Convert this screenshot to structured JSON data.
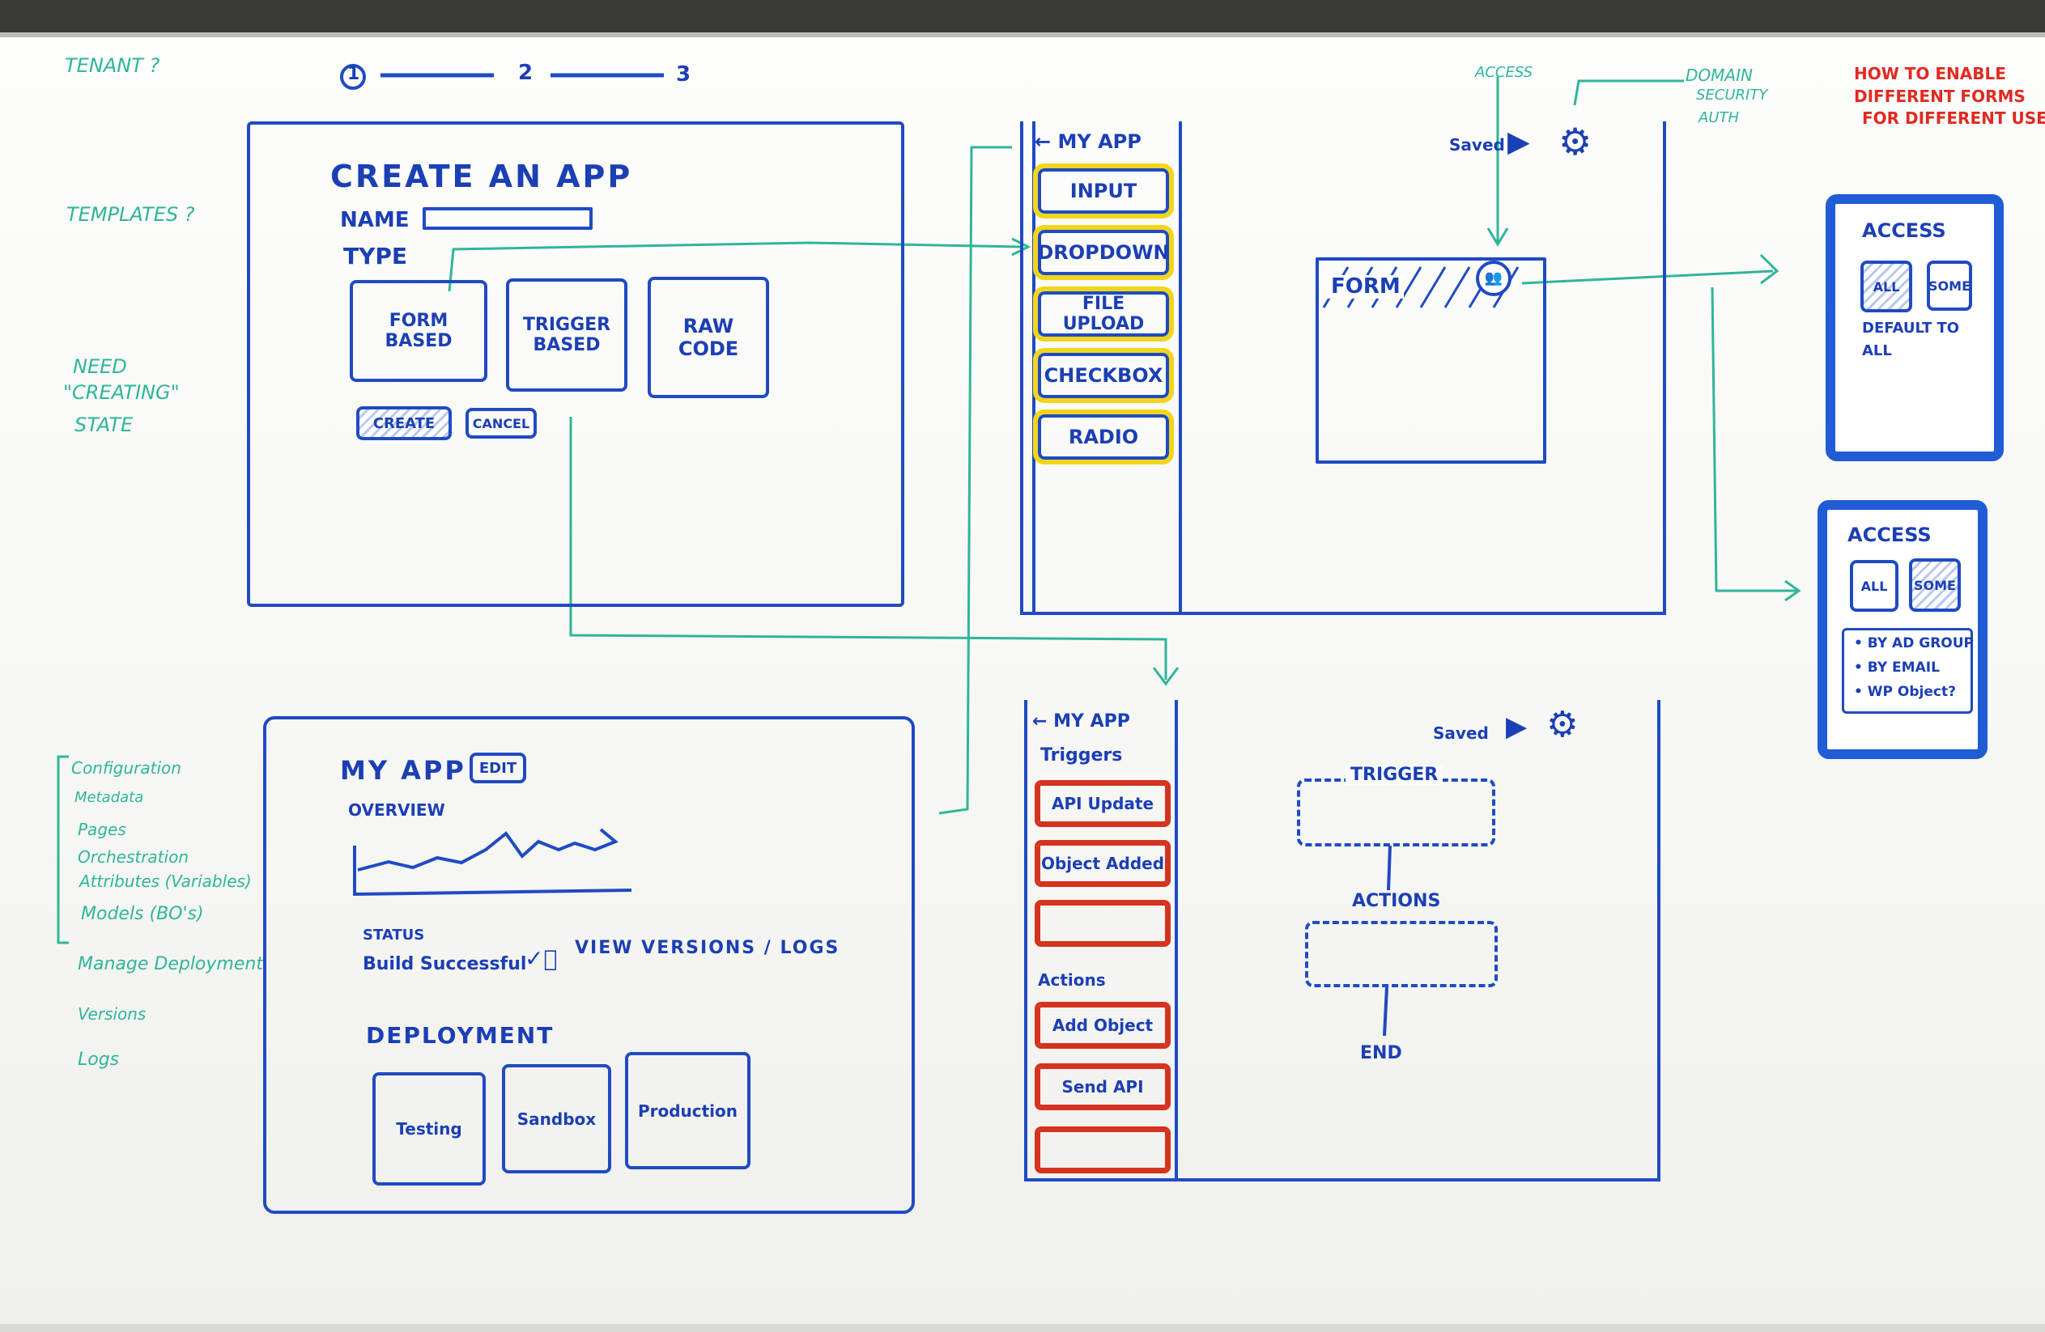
{
  "left_notes": {
    "tenant": "TENANT ?",
    "templates": "TEMPLATES ?",
    "need_1": "NEED",
    "need_2": "\"CREATING\"",
    "need_3": "STATE"
  },
  "steps": [
    "1",
    "2",
    "3"
  ],
  "create_app": {
    "title": "CREATE AN APP",
    "name_label": "NAME",
    "type_label": "TYPE",
    "types": [
      "FORM BASED",
      "TRIGGER BASED",
      "RAW CODE"
    ],
    "create_button": "CREATE",
    "cancel_button": "CANCEL"
  },
  "form_builder": {
    "back_label": "← MY APP",
    "saved": "Saved",
    "components": [
      "INPUT",
      "DROPDOWN",
      "FILE UPLOAD",
      "CHECKBOX",
      "RADIO"
    ],
    "form_label": "FORM"
  },
  "annotations": {
    "access": "ACCESS",
    "domain_1": "DOMAIN",
    "domain_2": "SECURITY",
    "domain_3": "AUTH",
    "red_1": "HOW TO ENABLE",
    "red_2": "DIFFERENT FORMS",
    "red_3": "FOR DIFFERENT USERS"
  },
  "access_panel_1": {
    "title": "ACCESS",
    "options": [
      "ALL",
      "SOME"
    ],
    "note_1": "DEFAULT TO",
    "note_2": "ALL"
  },
  "access_panel_2": {
    "title": "ACCESS",
    "options": [
      "ALL",
      "SOME"
    ],
    "bullets": [
      "BY AD GROUP",
      "BY EMAIL",
      "WP Object?"
    ]
  },
  "sidebar_notes": {
    "items": [
      "Configuration",
      "Metadata",
      "Pages",
      "Orchestration",
      "Attributes (Variables)",
      "Models (BO's)"
    ],
    "manage": "Manage Deployment",
    "versions": "Versions",
    "logs": "Logs"
  },
  "app_overview": {
    "title": "MY APP",
    "edit_button": "EDIT",
    "overview_label": "OVERVIEW",
    "status_label": "STATUS",
    "status_value": "Build Successful",
    "versions_link": "VIEW VERSIONS / LOGS",
    "deployment_label": "DEPLOYMENT",
    "environments": [
      "Testing",
      "Sandbox",
      "Production"
    ]
  },
  "trigger_builder": {
    "back_label": "← MY APP",
    "saved": "Saved",
    "triggers_label": "Triggers",
    "triggers": [
      "API Update",
      "Object Added",
      ""
    ],
    "actions_label": "Actions",
    "actions": [
      "Add Object",
      "Send API",
      ""
    ],
    "flow": [
      "TRIGGER",
      "ACTIONS",
      "END"
    ]
  },
  "colors": {
    "marker_blue": "#1f4bc2",
    "marker_green": "#2fb59a",
    "marker_red": "#e02a22",
    "marker_yellow": "#f2d51b",
    "marker_orange": "#d4331f"
  }
}
